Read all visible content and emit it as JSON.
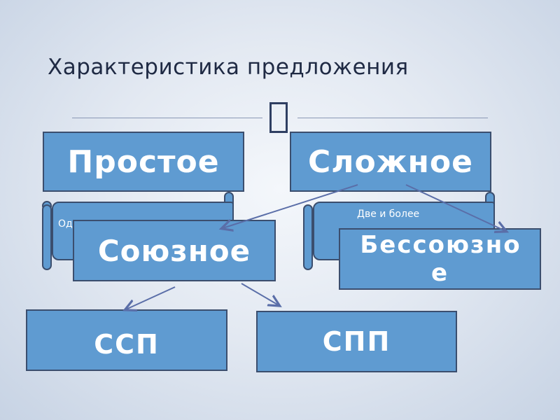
{
  "slide": {
    "title": "Характеристика предложения"
  },
  "nodes": {
    "simple": "Простое",
    "complex": "Сложное",
    "union": "Союзное",
    "nonunion_line1": "Бессоюзн",
    "nonunion_line2": "е",
    "ssp": "ССП",
    "spp": "СПП"
  },
  "scrolls": {
    "left_text": "Од",
    "right_text": "Две и более"
  },
  "colors": {
    "box_fill": "#5f9bd1",
    "box_border": "#3b4e6e",
    "arrow": "#5a6ea8"
  }
}
